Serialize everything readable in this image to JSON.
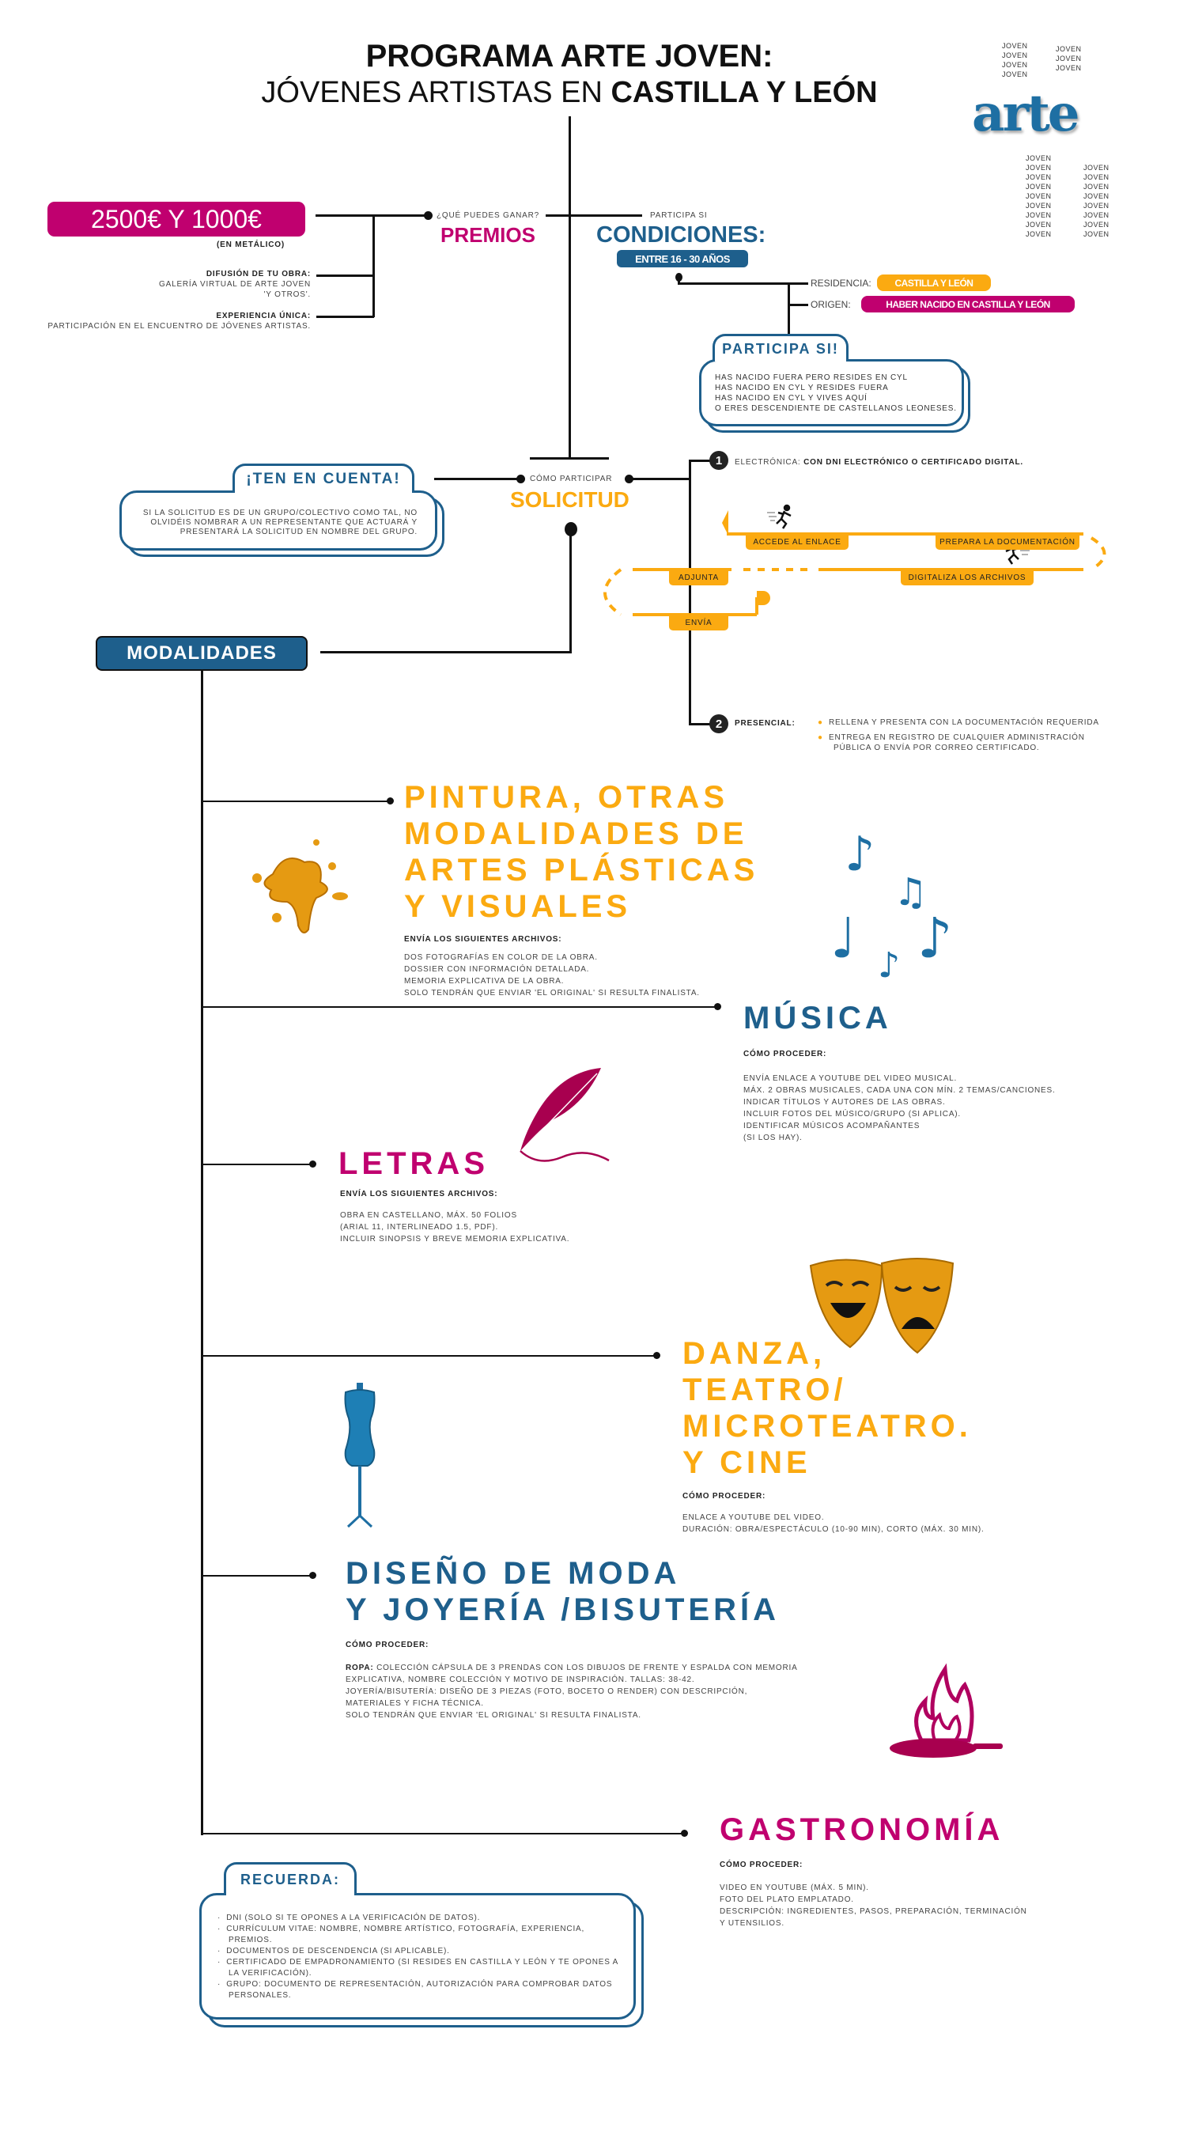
{
  "header": {
    "line1": "PROGRAMA ARTE JOVEN:",
    "line2_light": "JÓVENES ARTISTAS EN ",
    "line2_bold": "CASTILLA Y LEÓN"
  },
  "logo": {
    "word": "arte",
    "joven": "JOVEN"
  },
  "premios": {
    "question": "¿QUÉ PUEDES GANAR?",
    "title": "PREMIOS",
    "amount": "2500€ Y 1000€",
    "amount_note": "(EN METÁLICO)",
    "items": [
      {
        "title": "DIFUSIÓN DE TU OBRA:",
        "lines": [
          "GALERÍA VIRTUAL DE ARTE JOVEN",
          "'Y OTROS'."
        ]
      },
      {
        "title": "EXPERIENCIA ÚNICA:",
        "lines": [
          "PARTICIPACIÓN EN EL ENCUENTRO DE JÓVENES ARTISTAS."
        ]
      }
    ]
  },
  "condiciones": {
    "pre": "PARTICIPA SI",
    "title": "CONDICIONES:",
    "age": "ENTRE 16 - 30 AÑOS",
    "residencia_label": "RESIDENCIA:",
    "residencia_value": "CASTILLA Y LEÓN",
    "origen_label": "ORIGEN:",
    "origen_value": "HABER NACIDO EN CASTILLA Y LEÓN",
    "participa_title": "PARTICIPA SI!",
    "participa_lines": [
      "HAS NACIDO FUERA PERO RESIDES EN CYL",
      "HAS NACIDO EN CYL Y RESIDES FUERA",
      "HAS NACIDO EN CYL Y VIVES AQUÍ",
      "O ERES DESCENDIENTE DE CASTELLANOS LEONESES."
    ]
  },
  "ten_en_cuenta": {
    "title": "¡TEN EN CUENTA!",
    "lines": [
      "SI LA SOLICITUD ES DE UN GRUPO/COLECTIVO COMO TAL, NO",
      "OLVIDÉIS NOMBRAR A UN REPRESENTANTE QUE ACTUARÁ Y",
      "PRESENTARÁ LA SOLICITUD EN NOMBRE DEL GRUPO."
    ]
  },
  "solicitud": {
    "pre": "CÓMO PARTICIPAR",
    "title": "SOLICITUD",
    "electronica": {
      "num": "1",
      "label": "ELECTRÓNICA:",
      "value": "CON DNI ELECTRÓNICO O CERTIFICADO DIGITAL."
    },
    "steps": [
      "ACCEDE AL ENLACE",
      "PREPARA LA DOCUMENTACIÓN",
      "DIGITALIZA LOS ARCHIVOS",
      "ADJUNTA",
      "ENVÍA"
    ],
    "presencial": {
      "num": "2",
      "label": "PRESENCIAL:",
      "bullets": [
        "RELLENA Y PRESENTA CON LA DOCUMENTACIÓN REQUERIDA",
        "ENTREGA EN REGISTRO DE CUALQUIER ADMINISTRACIÓN",
        "PÚBLICA O ENVÍA POR CORREO CERTIFICADO."
      ]
    }
  },
  "modalidades": {
    "title": "MODALIDADES",
    "pintura": {
      "title": [
        "PINTURA, OTRAS",
        "MODALIDADES DE",
        "ARTES PLÁSTICAS",
        "Y VISUALES"
      ],
      "sub": "ENVÍA LOS SIGUIENTES ARCHIVOS:",
      "lines": [
        "DOS FOTOGRAFÍAS EN COLOR DE LA OBRA.",
        "DOSSIER CON INFORMACIÓN DETALLADA.",
        "MEMORIA EXPLICATIVA DE LA OBRA.",
        "SOLO TENDRÁN QUE ENVIAR 'EL ORIGINAL' SI RESULTA FINALISTA."
      ]
    },
    "musica": {
      "title": "MÚSICA",
      "sub": "CÓMO PROCEDER:",
      "lines": [
        "ENVÍA ENLACE A YOUTUBE DEL VIDEO MUSICAL.",
        "MÁX. 2 OBRAS MUSICALES, CADA UNA CON MÍN. 2 TEMAS/CANCIONES.",
        "INDICAR TÍTULOS Y AUTORES DE LAS OBRAS.",
        "INCLUIR FOTOS DEL MÚSICO/GRUPO (SI APLICA).",
        "IDENTIFICAR MÚSICOS ACOMPAÑANTES",
        "(SI LOS HAY)."
      ]
    },
    "letras": {
      "title": "LETRAS",
      "sub": "ENVÍA LOS SIGUIENTES ARCHIVOS:",
      "lines": [
        "OBRA EN CASTELLANO, MÁX. 50 FOLIOS",
        "(ARIAL 11, INTERLINEADO 1.5, PDF).",
        "INCLUIR SINOPSIS Y BREVE MEMORIA EXPLICATIVA."
      ]
    },
    "danza": {
      "title": [
        "DANZA,",
        "TEATRO/",
        "MICROTEATRO.",
        "Y CINE"
      ],
      "sub": "CÓMO PROCEDER:",
      "lines": [
        "ENLACE A YOUTUBE DEL VIDEO.",
        "DURACIÓN: OBRA/ESPECTÁCULO (10-90 MIN), CORTO (MÁX. 30 MIN)."
      ]
    },
    "moda": {
      "title": [
        "DISEÑO DE MODA",
        "Y JOYERÍA /BISUTERÍA"
      ],
      "sub": "CÓMO PROCEDER:",
      "ropa_label": "ROPA:",
      "lines": [
        " COLECCIÓN CÁPSULA DE 3 PRENDAS CON LOS DIBUJOS DE FRENTE Y ESPALDA CON MEMORIA",
        "EXPLICATIVA, NOMBRE COLECCIÓN Y MOTIVO DE INSPIRACIÓN. TALLAS: 38-42.",
        "JOYERÍA/BISUTERÍA: DISEÑO DE 3 PIEZAS (FOTO, BOCETO O RENDER) CON DESCRIPCIÓN,",
        "MATERIALES Y FICHA TÉCNICA.",
        "SOLO TENDRÁN QUE ENVIAR 'EL ORIGINAL' SI RESULTA FINALISTA."
      ]
    },
    "gastronomia": {
      "title": "GASTRONOMÍA",
      "sub": "CÓMO PROCEDER:",
      "lines": [
        "VIDEO EN YOUTUBE (MÁX. 5 MIN).",
        "FOTO DEL PLATO EMPLATADO.",
        "DESCRIPCIÓN: INGREDIENTES, PASOS, PREPARACIÓN, TERMINACIÓN",
        "Y UTENSILIOS."
      ]
    }
  },
  "recuerda": {
    "title": "RECUERDA:",
    "items": [
      "DNI (SOLO SI TE OPONES A LA VERIFICACIÓN DE DATOS).",
      "CURRÍCULUM VITAE: NOMBRE, NOMBRE ARTÍSTICO, FOTOGRAFÍA, EXPERIENCIA, PREMIOS.",
      "DOCUMENTOS DE DESCENDENCIA (SI APLICABLE).",
      "CERTIFICADO DE EMPADRONAMIENTO (SI RESIDES EN CASTILLA Y LEÓN Y TE OPONES A LA VERIFICACIÓN).",
      "GRUPO: DOCUMENTO DE REPRESENTACIÓN, AUTORIZACIÓN PARA COMPROBAR DATOS PERSONALES."
    ]
  },
  "colors": {
    "magenta": "#c0006f",
    "blue": "#1e5f8c",
    "orange": "#fbaa11",
    "ink": "#111111"
  }
}
